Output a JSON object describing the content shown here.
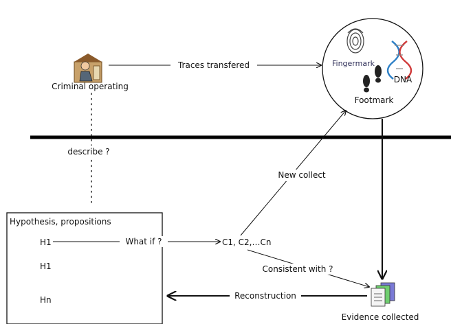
{
  "nodes": {
    "criminal": "Criminal operating",
    "evidence": "Evidence collected",
    "hyp_title": "Hypothesis, propositions",
    "h1a": "H1",
    "h1b": "H1",
    "hn": "Hn",
    "c_set": "C1, C2,…Cn",
    "fingermark": "Fingermark",
    "dna": "DNA",
    "footmark": "Footmark"
  },
  "edges": {
    "traces": "Traces transfered",
    "describe": "describe ?",
    "new_collect": "New collect",
    "what_if": "What if ?",
    "consistent": "Consistent with ?",
    "reconstruction": "Reconstruction"
  },
  "icons": [
    "criminal-figure-icon",
    "fingerprint-icon",
    "dna-helix-icon",
    "footprints-icon",
    "documents-stack-icon"
  ]
}
